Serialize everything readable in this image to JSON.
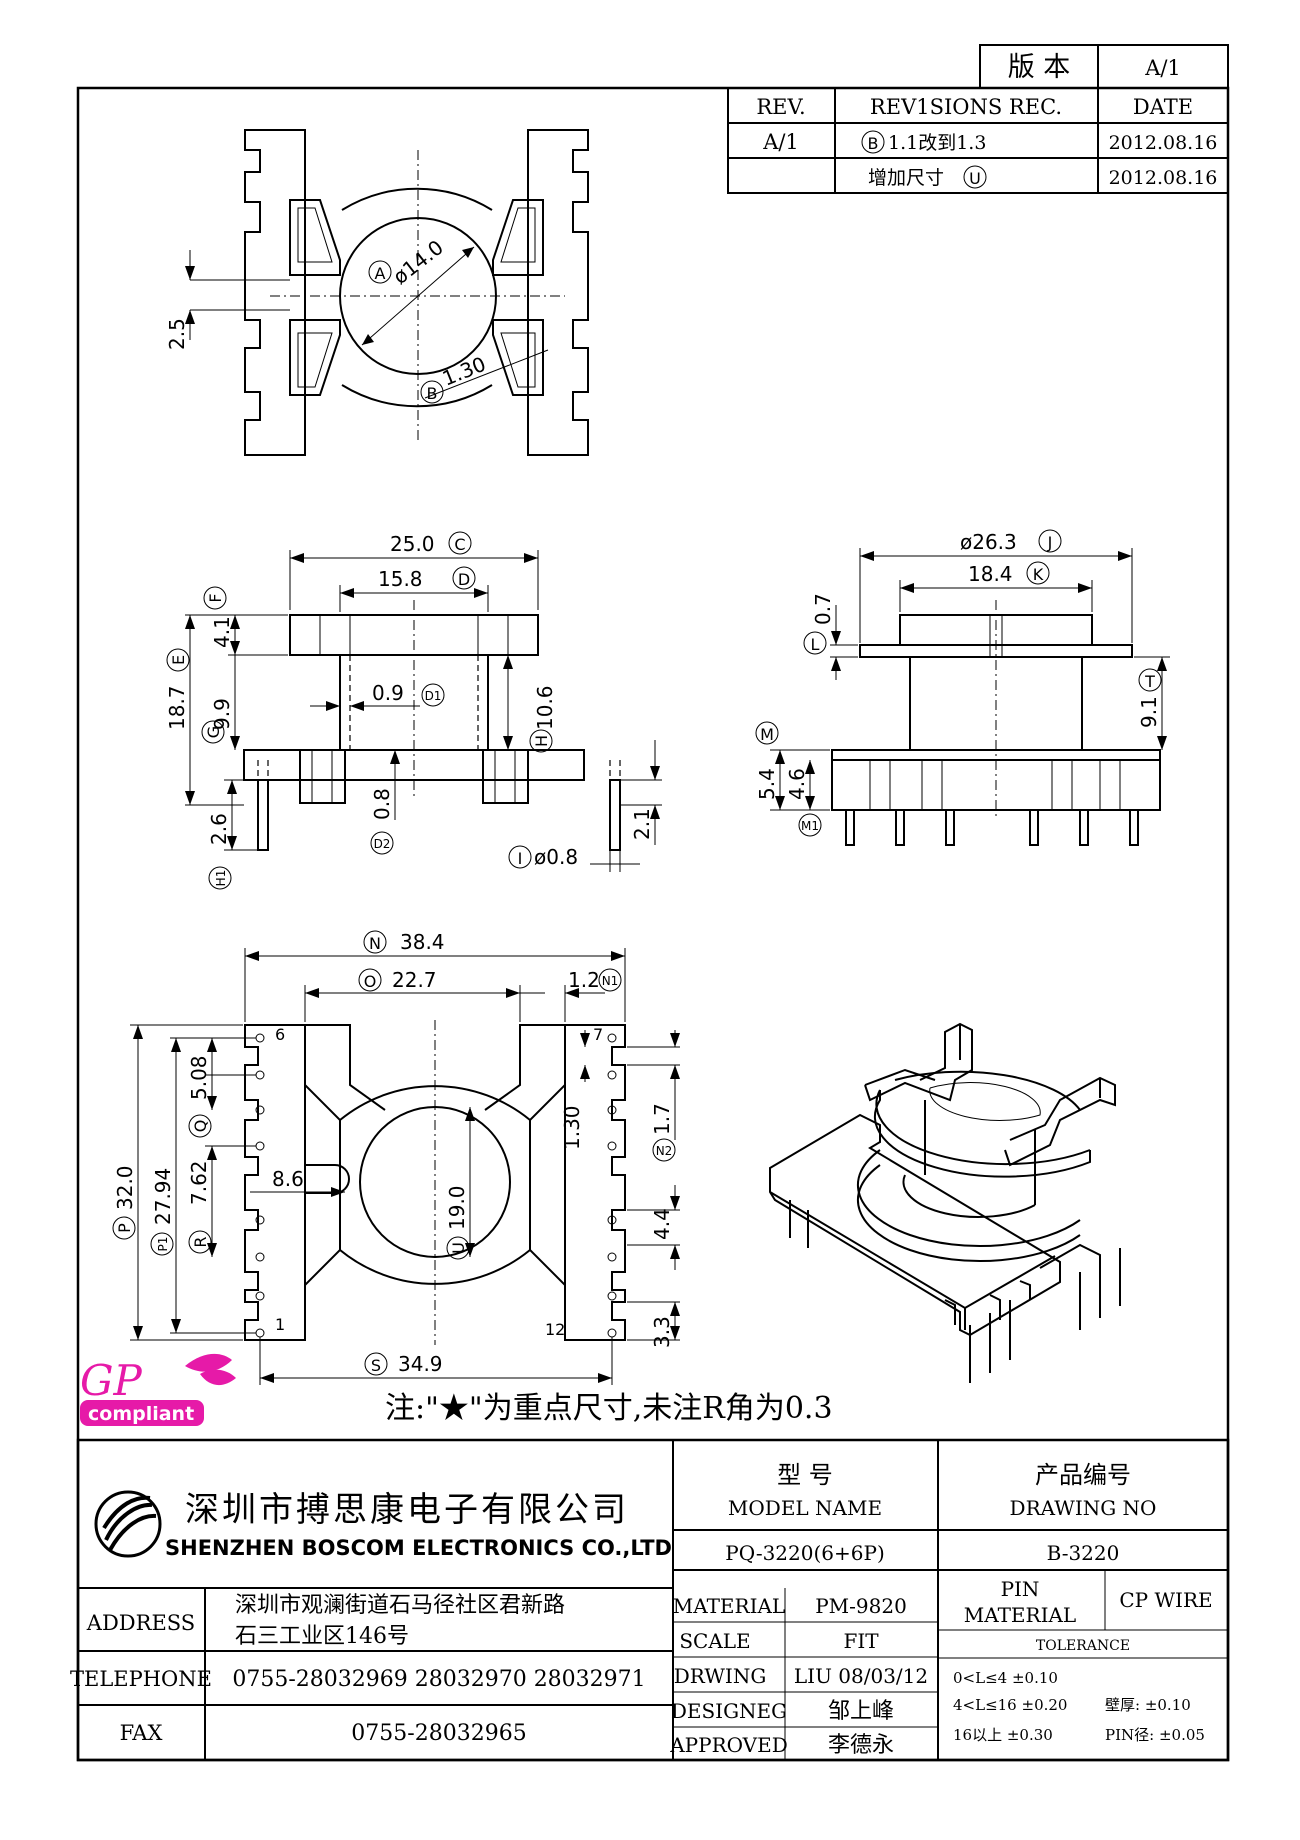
{
  "header": {
    "version_label": "版 本",
    "version_value": "A/1"
  },
  "revisions": {
    "col_rev": "REV.",
    "col_rec": "REV1SIONS REC.",
    "col_date": "DATE",
    "rows": [
      {
        "rev": "A/1",
        "marker": "B",
        "text": "1.1改到1.3",
        "date": "2012.08.16"
      },
      {
        "rev": "",
        "marker": "U",
        "text": "增加尺寸",
        "date": "2012.08.16"
      }
    ]
  },
  "top_view": {
    "dia_marker": "A",
    "dia_label": "ø14.0",
    "wall_marker": "B",
    "wall_label": "1.30",
    "slot_label": "2.5"
  },
  "front_view": {
    "w_total": "25.0",
    "w_total_marker": "C",
    "w_inner": "15.8",
    "w_inner_marker": "D",
    "flange_top": "4.1",
    "flange_top_marker": "F",
    "height": "18.7",
    "height_marker": "E",
    "winding": "9.9",
    "winding_marker": "G",
    "wall": "0.9",
    "wall_marker": "D1",
    "inner_h": "10.6",
    "inner_h_marker": "H",
    "base": "0.8",
    "base_marker": "D2",
    "pin_below": "2.6",
    "pin_below_marker": "H1",
    "pin_len": "2.1",
    "pin_dia": "ø0.8",
    "pin_dia_marker": "I"
  },
  "side_view": {
    "dia": "ø26.3",
    "dia_marker": "J",
    "inner": "18.4",
    "inner_marker": "K",
    "flange": "0.7",
    "flange_marker": "L",
    "height": "9.1",
    "height_marker": "T",
    "base": "5.4",
    "base_marker": "M",
    "base_inner": "4.6",
    "base_inner_marker": "M1"
  },
  "bottom_view": {
    "w_total": "38.4",
    "w_total_marker": "N",
    "w_mid": "22.7",
    "w_mid_marker": "O",
    "tab": "1.2",
    "tab_marker": "N1",
    "h_total": "32.0",
    "h_total_marker": "P",
    "h_pins": "27.94",
    "h_pins_marker": "P1",
    "pitch": "5.08",
    "pitch_marker": "Q",
    "pitch2": "7.62",
    "pitch2_marker": "R",
    "slot": "8.6",
    "core": "19.0",
    "core_marker": "U",
    "notch": "1.30",
    "notch2": "1.7",
    "notch2_marker": "N2",
    "gap": "4.4",
    "edge": "3.3",
    "w_pins": "34.9",
    "w_pins_marker": "S",
    "pin_6": "6",
    "pin_7": "7",
    "pin_1": "1",
    "pin_12": "12"
  },
  "logo": {
    "line1": "GP",
    "line2": "compliant",
    "colors": {
      "magenta": "#e61aa8",
      "text": "#ffffff"
    }
  },
  "note": "注:\"★\"为重点尺寸,未注R角为0.3",
  "title_block": {
    "company_cn": "深圳市搏思康电子有限公司",
    "company_en": "SHENZHEN BOSCOM ELECTRONICS CO.,LTD",
    "model_cn": "型      号",
    "model_en": "MODEL NAME",
    "model_value": "PQ-3220(6+6P)",
    "drawing_cn": "产品编号",
    "drawing_en": "DRAWING NO",
    "drawing_value": "B-3220",
    "address_label": "ADDRESS",
    "address_line1": "深圳市观澜街道石马径社区君新路",
    "address_line2": "石三工业区146号",
    "telephone_label": "TELEPHONE",
    "telephone_value": "0755-28032969 28032970 28032971",
    "fax_label": "FAX",
    "fax_value": "0755-28032965",
    "material_label": "MATERIAL",
    "material_value": "PM-9820",
    "scale_label": "SCALE",
    "scale_value": "FIT",
    "drawing_label": "DRWING",
    "drawing_by": "LIU 08/03/12",
    "designer_label": "DESIGNEG",
    "designer_value": "邹上峰",
    "approved_label": "APPROVED",
    "approved_value": "李德永",
    "pin_label_1": "PIN",
    "pin_label_2": "MATERIAL",
    "pin_value": "CP WIRE",
    "tolerance_label": "TOLERANCE",
    "tol_1": "0<L≤4  ±0.10",
    "tol_2": "4<L≤16  ±0.20",
    "tol_3": "16以上      ±0.30",
    "wall_tol": "壁厚:   ±0.10",
    "pin_tol": "PIN径: ±0.05"
  }
}
